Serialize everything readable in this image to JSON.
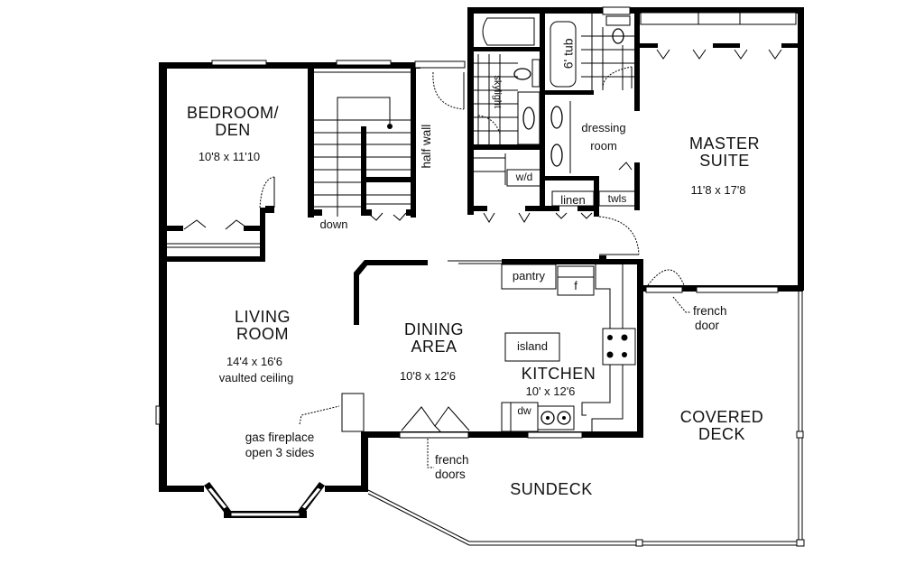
{
  "plan": {
    "rooms": {
      "bedroom": {
        "name_line1": "BEDROOM/",
        "name_line2": "DEN",
        "dims": "10'8 x 11'10"
      },
      "living": {
        "name_line1": "LIVING",
        "name_line2": "ROOM",
        "dims": "14'4 x 16'6",
        "note": "vaulted ceiling"
      },
      "dining": {
        "name_line1": "DINING",
        "name_line2": "AREA",
        "dims": "10'8 x 12'6"
      },
      "kitchen": {
        "name": "KITCHEN",
        "dims": "10' x 12'6"
      },
      "master": {
        "name_line1": "MASTER",
        "name_line2": "SUITE",
        "dims": "11'8 x 17'8"
      },
      "covered_deck": {
        "name_line1": "COVERED",
        "name_line2": "DECK"
      },
      "sundeck": {
        "name": "SUNDECK"
      },
      "dressing": {
        "name_line1": "dressing",
        "name_line2": "room"
      }
    },
    "fixtures": {
      "pantry": "pantry",
      "fridge": "f",
      "island": "island",
      "dishwasher": "dw",
      "washer_dryer": "w/d",
      "linen": "linen",
      "towels": "twls",
      "tub": "6' tub",
      "skylight": "skylight",
      "half_wall": "half wall",
      "stairs_down": "down"
    },
    "annotations": {
      "fireplace_line1": "gas fireplace",
      "fireplace_line2": "open 3 sides",
      "french_doors_line1": "french",
      "french_doors_line2": "doors",
      "french_door_line1": "french",
      "french_door_line2": "door"
    }
  }
}
